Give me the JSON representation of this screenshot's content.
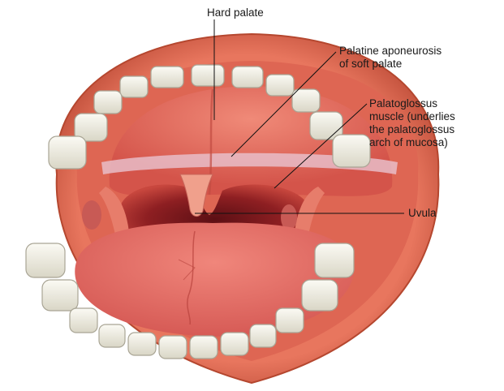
{
  "labels": {
    "hard_palate": "Hard palate",
    "aponeurosis": [
      "Palatine aponeurosis",
      "of soft palate"
    ],
    "palatoglossus": [
      "Palatoglossus",
      "muscle (underlies",
      "the palatoglossus",
      "arch of mucosa)"
    ],
    "uvula": "Uvula"
  },
  "colors": {
    "lip": "#e8765e",
    "lip_dark": "#c4533e",
    "gum": "#e06a58",
    "palate": "#e56a5e",
    "throat": "#8e1f22",
    "tongue": "#e46f68",
    "tooth": "#f2f0e6",
    "tooth_shade": "#c9c6b6",
    "leader": "#111111"
  }
}
